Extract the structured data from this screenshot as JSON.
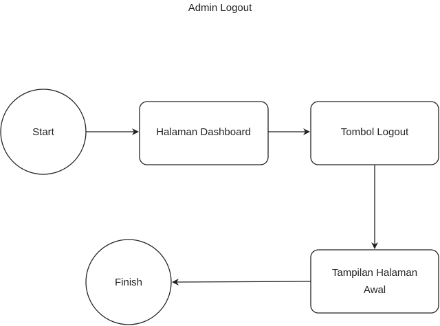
{
  "title": "Admin Logout",
  "nodes": [
    {
      "id": "start",
      "shape": "circle",
      "label": [
        "Start"
      ]
    },
    {
      "id": "dashboard",
      "shape": "rounded-rect",
      "label": [
        "Halaman Dashboard"
      ]
    },
    {
      "id": "logout",
      "shape": "rounded-rect",
      "label": [
        "Tombol Logout"
      ]
    },
    {
      "id": "awal",
      "shape": "rounded-rect",
      "label": [
        "Tampilan Halaman",
        "Awal"
      ]
    },
    {
      "id": "finish",
      "shape": "circle",
      "label": [
        "Finish"
      ]
    }
  ],
  "edges": [
    {
      "from": "start",
      "to": "dashboard"
    },
    {
      "from": "dashboard",
      "to": "logout"
    },
    {
      "from": "logout",
      "to": "awal"
    },
    {
      "from": "awal",
      "to": "finish"
    }
  ],
  "colors": {
    "stroke": "#222222",
    "fill": "#ffffff",
    "text": "#222222"
  }
}
